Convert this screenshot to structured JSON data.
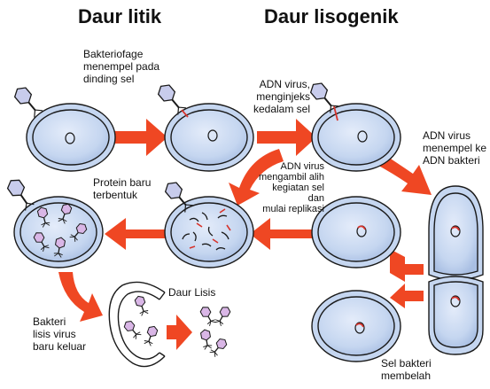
{
  "titles": {
    "lytic": "Daur  litik",
    "lysogenic": "Daur  lisogenik"
  },
  "labels": {
    "phage_attach": [
      "Bakteriofage",
      "menempel pada",
      "dinding sel"
    ],
    "dna_inject": [
      "ADN virus,",
      "menginjeks",
      "kedalam sel"
    ],
    "dna_attach": [
      "ADN virus",
      "menempel ke",
      "ADN bakteri"
    ],
    "takeover": [
      "ADN virus",
      "mengambil alih",
      "kegiatan sel dan",
      "mulai replikasi"
    ],
    "new_protein": [
      "Protein baru",
      "terbentuk"
    ],
    "lysis": "Daur Lisis",
    "release": [
      "Bakteri",
      "lisis virus",
      "baru keluar"
    ],
    "divide": [
      "Sel bakteri",
      "membelah"
    ]
  },
  "colors": {
    "cell_fill": "#c7d7f0",
    "cell_outline": "#1a1a1a",
    "arrow": "#ef4723",
    "dna": "#d8342c",
    "phage_head": "#c8ccec"
  },
  "icons": [
    "bacteriophage-icon",
    "bacterial-cell",
    "viral-dna-strand",
    "process-arrow"
  ]
}
